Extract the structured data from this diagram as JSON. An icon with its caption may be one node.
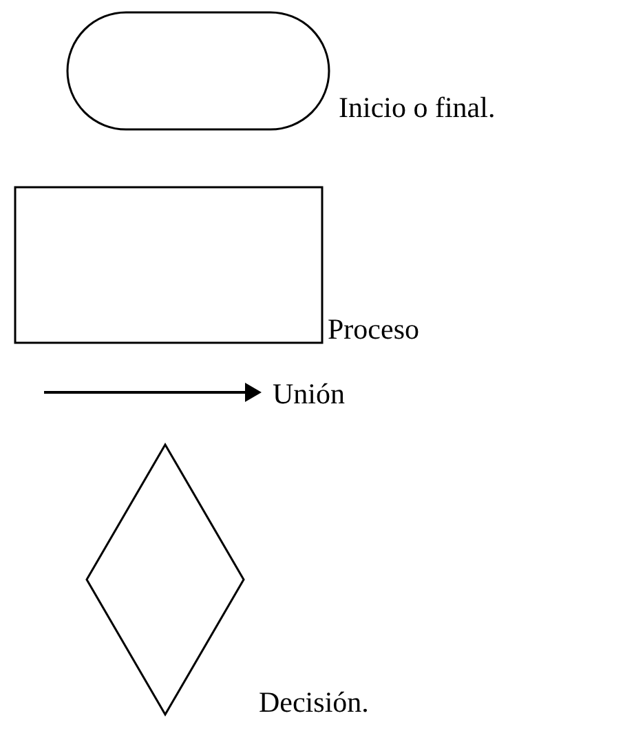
{
  "diagram": {
    "nodes": [
      {
        "text": [],
        "shape": "stadium",
        "beside": [
          "Inicio o final."
        ]
      },
      {
        "text": [],
        "shape": "box",
        "beside": [
          "Proceso"
        ]
      },
      {
        "text": [],
        "shape": "arrow",
        "beside": [
          "Unión"
        ]
      },
      {
        "text": [],
        "shape": "diamond",
        "beside": [
          "Decisión."
        ]
      }
    ]
  }
}
